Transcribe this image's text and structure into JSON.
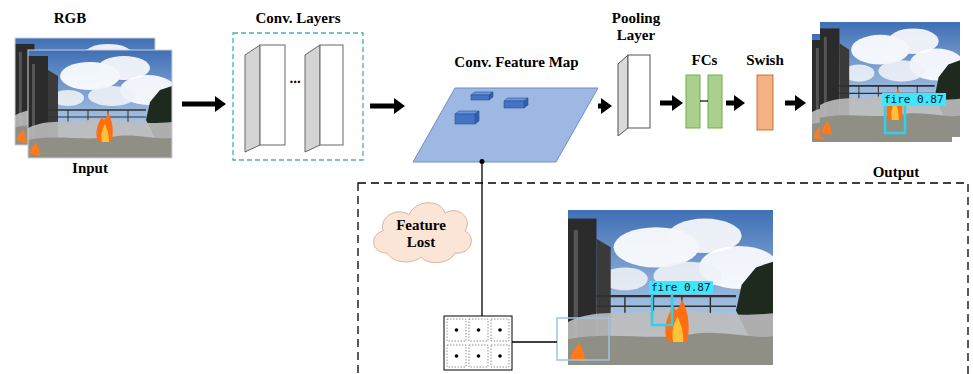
{
  "diagram": {
    "nodes": [
      {
        "text": [
          "RGB",
          "Input"
        ]
      },
      {
        "text": [
          "Conv. Layers",
          "..."
        ]
      },
      {
        "text": [
          "Conv. Feature Map"
        ]
      },
      {
        "text": [
          "Pooling Layer"
        ]
      },
      {
        "text": [
          "FCs"
        ]
      },
      {
        "text": [
          "Swish"
        ]
      },
      {
        "text": [
          "fire 0.87",
          "Output"
        ]
      },
      {
        "text": [
          "Feature Lost"
        ]
      },
      {
        "text": [
          "fire 0.87"
        ]
      }
    ],
    "edges": [
      {
        "from": 0,
        "to": 1,
        "arrow": "to"
      },
      {
        "from": 1,
        "to": 2,
        "arrow": "to"
      },
      {
        "from": 2,
        "to": 3,
        "arrow": "to"
      },
      {
        "from": 3,
        "to": 4,
        "arrow": "to"
      },
      {
        "from": 4,
        "to": 5,
        "arrow": "to"
      },
      {
        "from": 5,
        "to": 6,
        "arrow": "to"
      },
      {
        "from": 2,
        "to": 8,
        "arrow": "none"
      }
    ]
  }
}
